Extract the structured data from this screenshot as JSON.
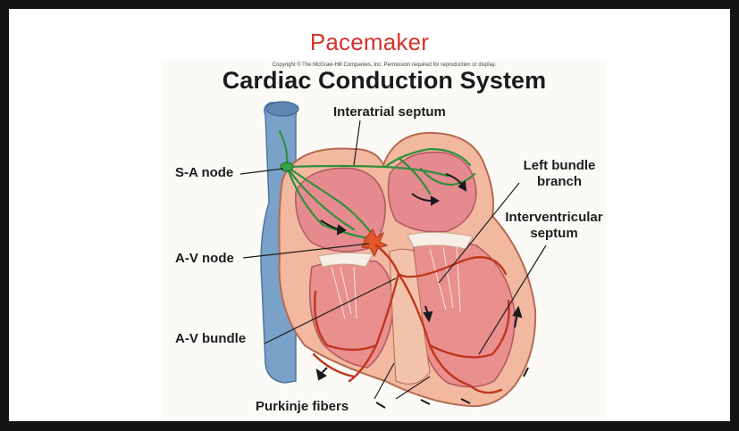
{
  "slide": {
    "title": "Pacemaker"
  },
  "figure": {
    "copyright": "Copyright © The McGraw-Hill Companies, Inc. Permission required for reproduction or display.",
    "title": "Cardiac Conduction System",
    "labels": {
      "interatrial_septum": "Interatrial septum",
      "sa_node": "S-A node",
      "left_bundle_branch_line1": "Left bundle",
      "left_bundle_branch_line2": "branch",
      "interventricular_line1": "Interventricular",
      "interventricular_line2": "septum",
      "av_node": "A-V node",
      "av_bundle": "A-V bundle",
      "purkinje_fibers": "Purkinje fibers"
    }
  },
  "colors": {
    "title_red": "#d6322a",
    "vena_cava_blue": "#6f97bf",
    "myocardium": "#f1b49e",
    "chamber_pink": "#e2838a",
    "conduction_green": "#2f8f3a",
    "conduction_red": "#c0361e"
  }
}
